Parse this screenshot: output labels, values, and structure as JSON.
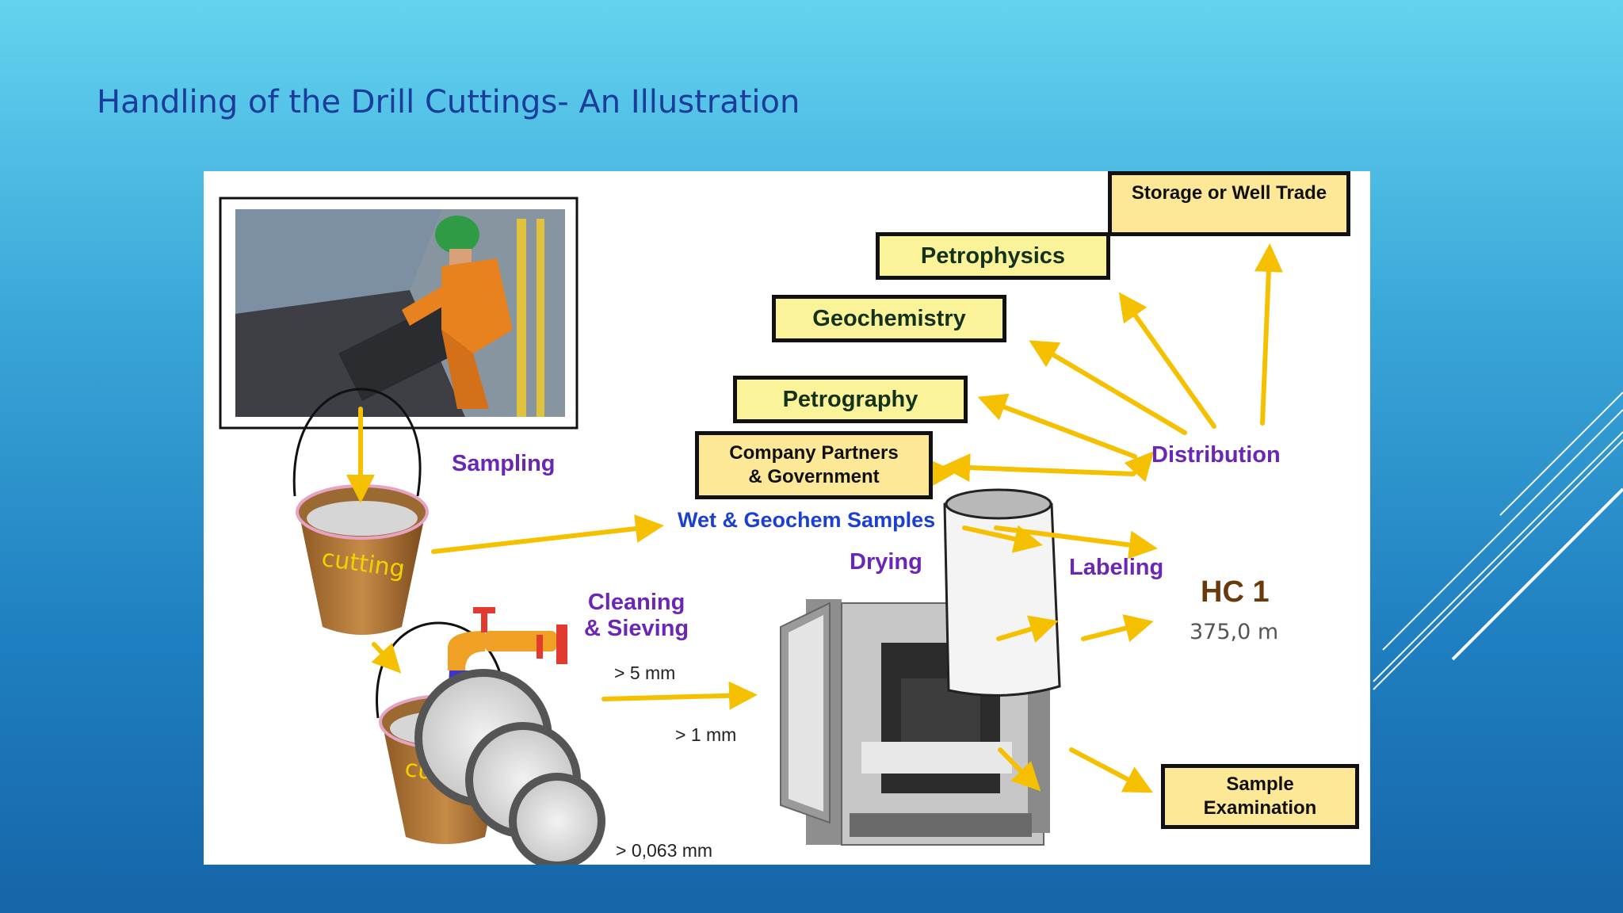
{
  "slide": {
    "title": "Handling of the Drill Cuttings- An Illustration"
  },
  "diagram": {
    "labels": {
      "sampling": "Sampling",
      "wet_geochem": "Wet & Geochem Samples",
      "cleaning_line1": "Cleaning",
      "cleaning_line2": "& Sieving",
      "drying": "Drying",
      "labeling": "Labeling",
      "distribution": "Distribution"
    },
    "sieves": {
      "s1": "> 5 mm",
      "s2": "> 1 mm",
      "s3": "> 0,063 mm"
    },
    "buckets": {
      "text": "cutting"
    },
    "bag": {
      "code": "HC 1",
      "depth": "375,0 m"
    },
    "boxes": {
      "storage": "Storage or Well Trade",
      "petrophysics": "Petrophysics",
      "geochemistry": "Geochemistry",
      "petrography": "Petrography",
      "partners_line1": "Company Partners",
      "partners_line2": "& Government",
      "exam_line1": "Sample",
      "exam_line2": "Examination"
    }
  },
  "colors": {
    "arrow": "#f5c000",
    "box_fill": "#fbf39a",
    "label_purple": "#6a27b5",
    "label_blue": "#1b3fd3",
    "title": "#1a3d9c"
  }
}
